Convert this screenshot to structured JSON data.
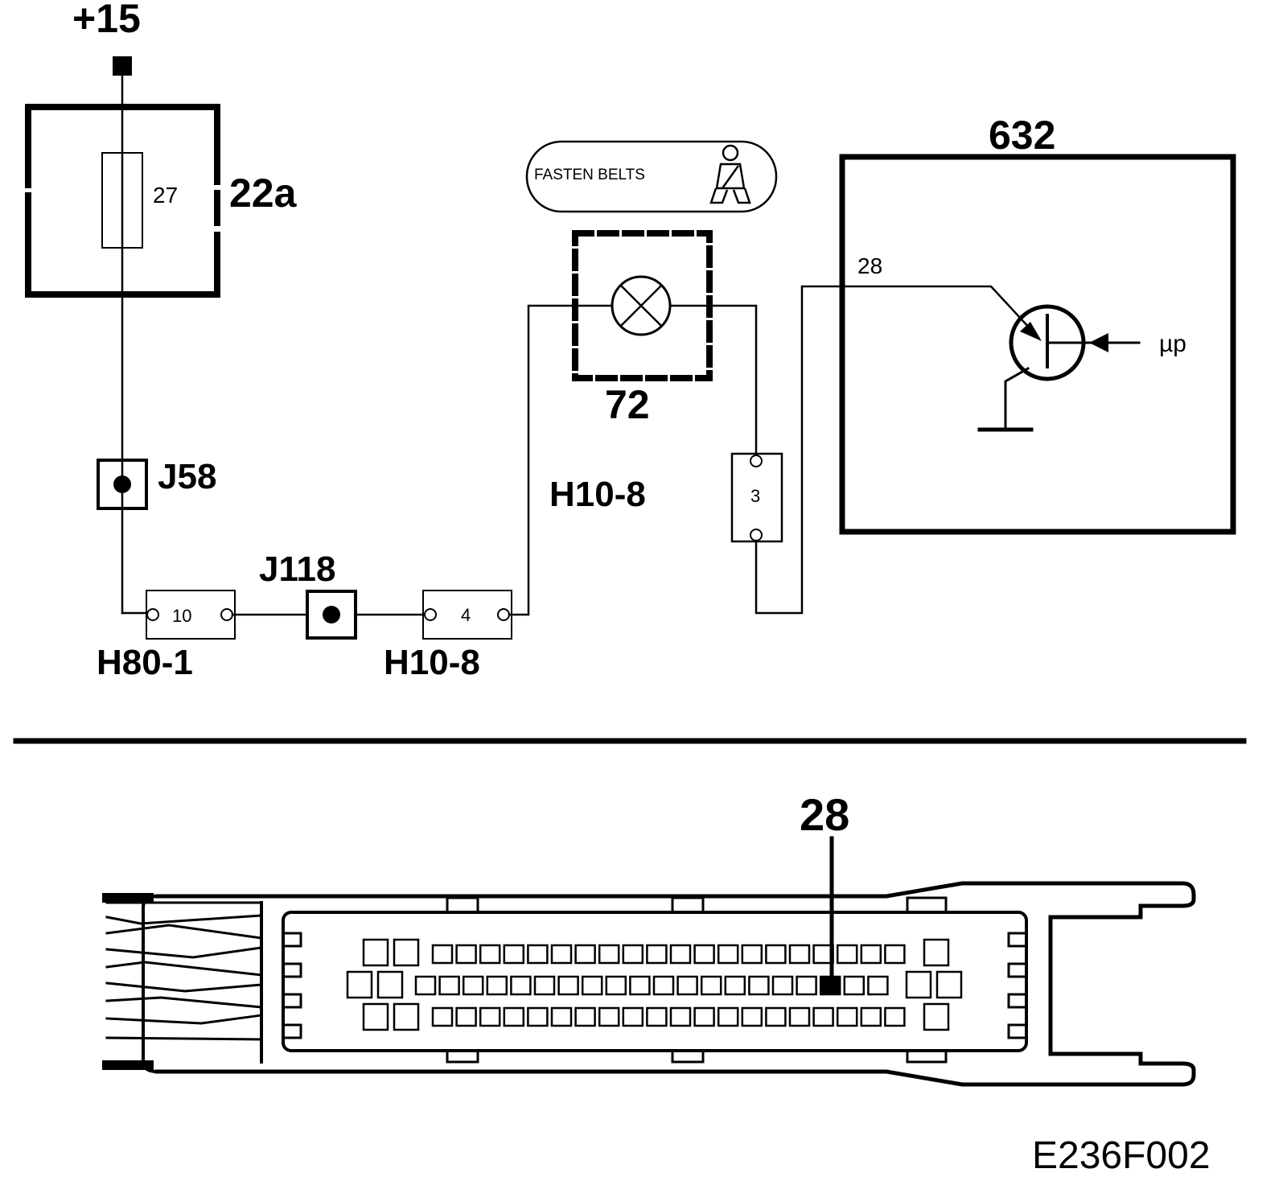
{
  "supply": {
    "label": "+15"
  },
  "fuse_box": {
    "label": "22a",
    "fuse_number": "27"
  },
  "junctions": {
    "j58": "J58",
    "j118": "J118"
  },
  "connectors": {
    "h80_1": {
      "label": "H80-1",
      "pin": "10"
    },
    "h10_8_lower": {
      "label": "H10-8",
      "pin": "4"
    },
    "h10_8_upper": {
      "label": "H10-8",
      "pin": "3"
    }
  },
  "lamp": {
    "label": "72",
    "indicator_text": "FASTEN BELTS",
    "icon": "seatbelt-person-icon"
  },
  "ecu": {
    "label": "632",
    "pin": "28",
    "input_label": "µp"
  },
  "connector_view": {
    "pin_callout": "28"
  },
  "figure_code": "E236F002"
}
